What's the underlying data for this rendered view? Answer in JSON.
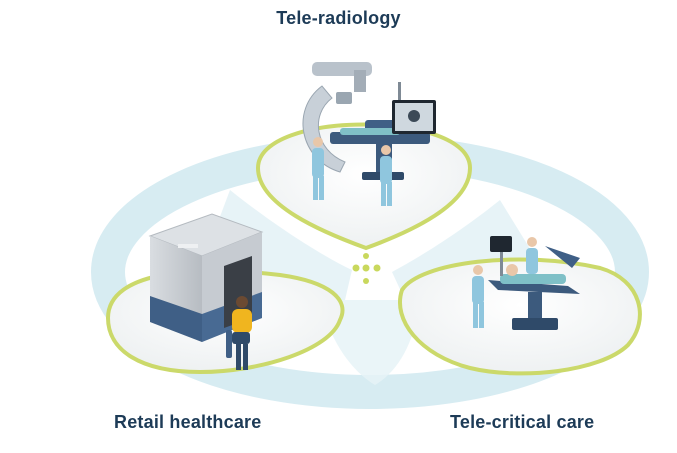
{
  "labels": {
    "tele_radiology": "Tele-radiology",
    "retail_healthcare": "Retail healthcare",
    "tele_critical_care": "Tele-critical care"
  },
  "colors": {
    "label_text": "#1d3b57",
    "ring": "#d7ecf2",
    "platform_rim": "#cbd96a",
    "platform_top": "#f4f6f7",
    "scrubs": "#8fc6de",
    "kiosk_panel": "#3f5f86",
    "patient_shirt": "#f0b51f"
  },
  "icons": [
    "c-arm-scanner-icon",
    "monitor-icon",
    "hospital-bed-icon",
    "kiosk-booth-icon",
    "connection-dots-icon"
  ]
}
